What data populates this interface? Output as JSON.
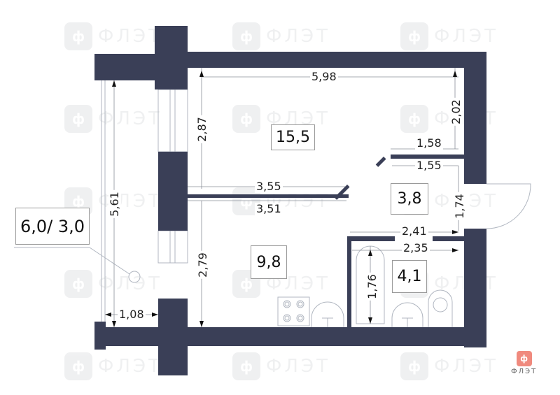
{
  "plan": {
    "wall_color": "#3a3f57",
    "line_color": "#b0b6c0",
    "rooms": [
      {
        "id": "living",
        "area": "15,5"
      },
      {
        "id": "hall",
        "area": "3,8"
      },
      {
        "id": "kitchen",
        "area": "9,8"
      },
      {
        "id": "bathroom",
        "area": "4,1"
      }
    ],
    "balcony_label": "6,0/ 3,0",
    "dimensions": {
      "top_width": "5,98",
      "living_height": "2,87",
      "right_upper": "2,02",
      "partition_upper": "1,58",
      "partition_lower": "1,55",
      "mid_wall_upper": "3,55",
      "mid_wall_lower": "3,51",
      "door_opening": "1,74",
      "bath_outer": "2,41",
      "bath_inner": "2,35",
      "kitchen_height": "2,79",
      "bathtub_length": "1,76",
      "balcony_height": "5,61",
      "balcony_width": "1,08"
    }
  },
  "watermark": {
    "icon": "ф",
    "text": "ФЛЭТ"
  },
  "logo": {
    "icon": "ф",
    "text": "ФЛЭТ",
    "color": "#f08a7e"
  }
}
